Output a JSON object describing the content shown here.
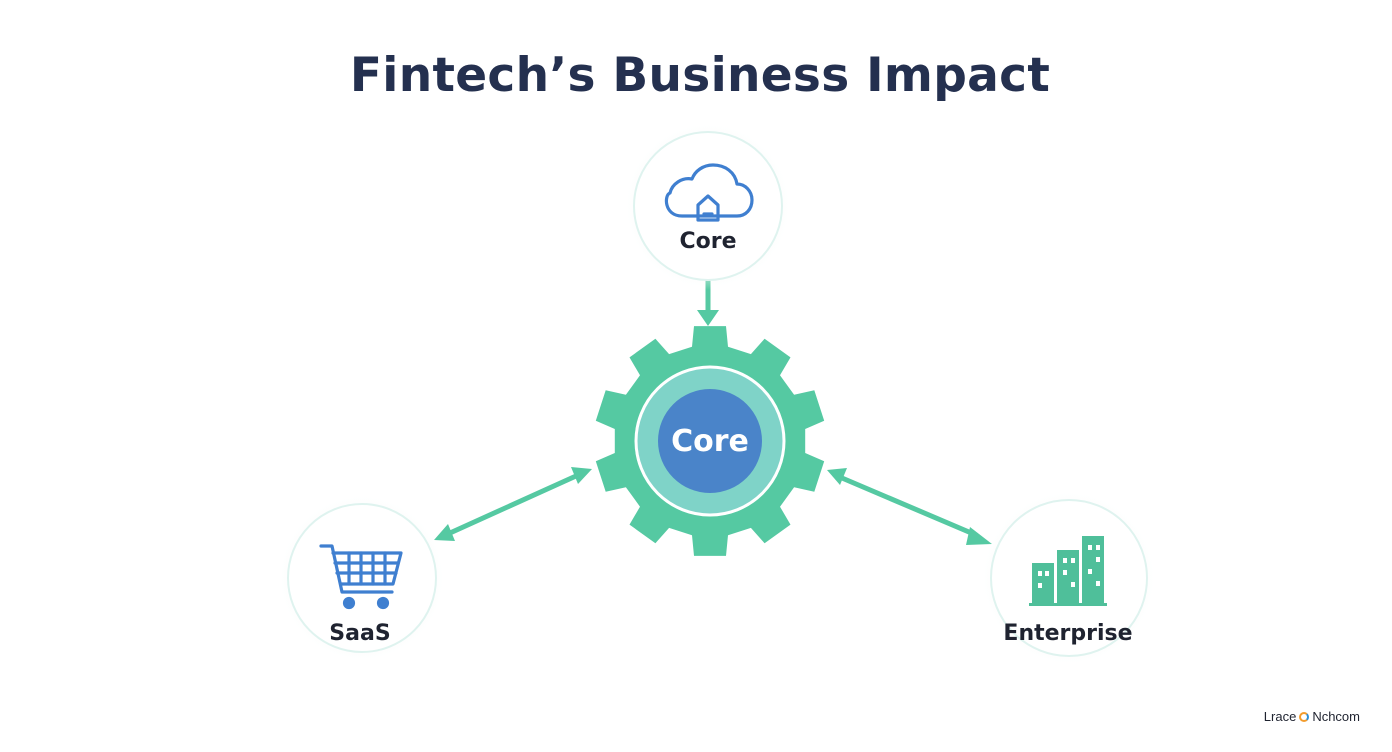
{
  "title": "Fintech’s Business Impact",
  "center": {
    "label": "Core",
    "icon": "gear-icon"
  },
  "nodes": {
    "top": {
      "label": "Core",
      "icon": "cloud-home-icon"
    },
    "left": {
      "label": "SaaS",
      "icon": "shopping-cart-icon"
    },
    "right": {
      "label": "Enterprise",
      "icon": "building-bars-icon"
    }
  },
  "watermark": {
    "left": "Lrace",
    "right": "Nchcom"
  },
  "colors": {
    "green": "#55c9a2",
    "blue": "#4a84c9",
    "light_teal": "#7fd3c8",
    "title": "#24304f"
  }
}
